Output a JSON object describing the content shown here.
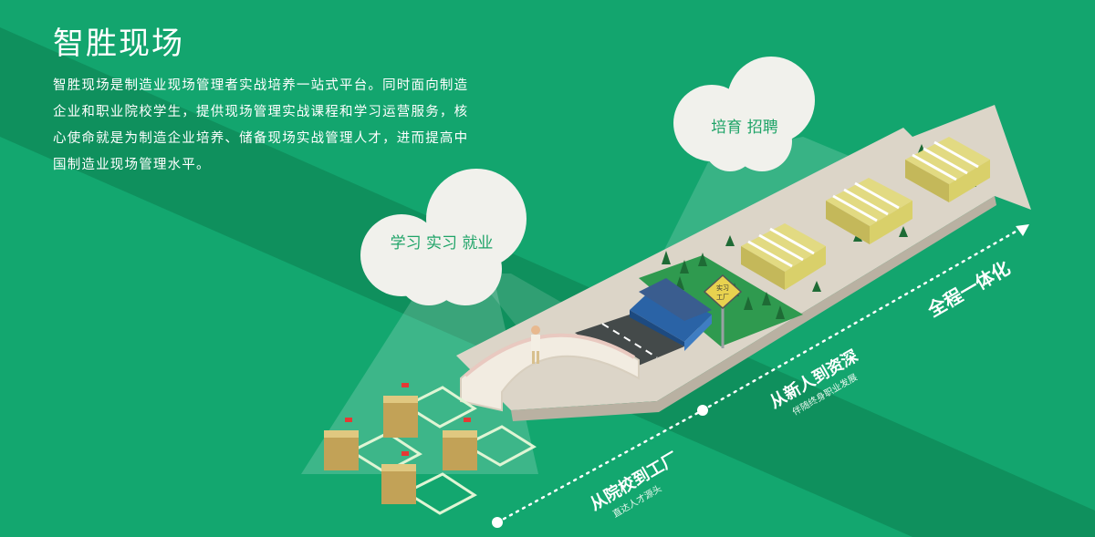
{
  "page": {
    "title": "智胜现场",
    "description": "智胜现场是制造业现场管理者实战培养一站式平台。同时面向制造企业和职业院校学生，提供现场管理实战课程和学习运营服务，核心使命就是为制造企业培养、储备现场实战管理人才，进而提高中国制造业现场管理水平。"
  },
  "clouds": {
    "left": "学习 实习 就业",
    "right": "培育 招聘"
  },
  "sign": {
    "line1": "实习",
    "line2": "工厂"
  },
  "stages": [
    {
      "main": "从院校到工厂",
      "sub": "直达人才源头"
    },
    {
      "main": "从新人到资深",
      "sub": "伴随终身职业发展"
    },
    {
      "main": "全程一体化",
      "sub": ""
    }
  ],
  "colors": {
    "background": "#13a56e",
    "band": "#0f8c5b",
    "arrow": "#dcd5c8",
    "factory_roof": "#d9d06a",
    "building_blue": "#2a63a6"
  }
}
